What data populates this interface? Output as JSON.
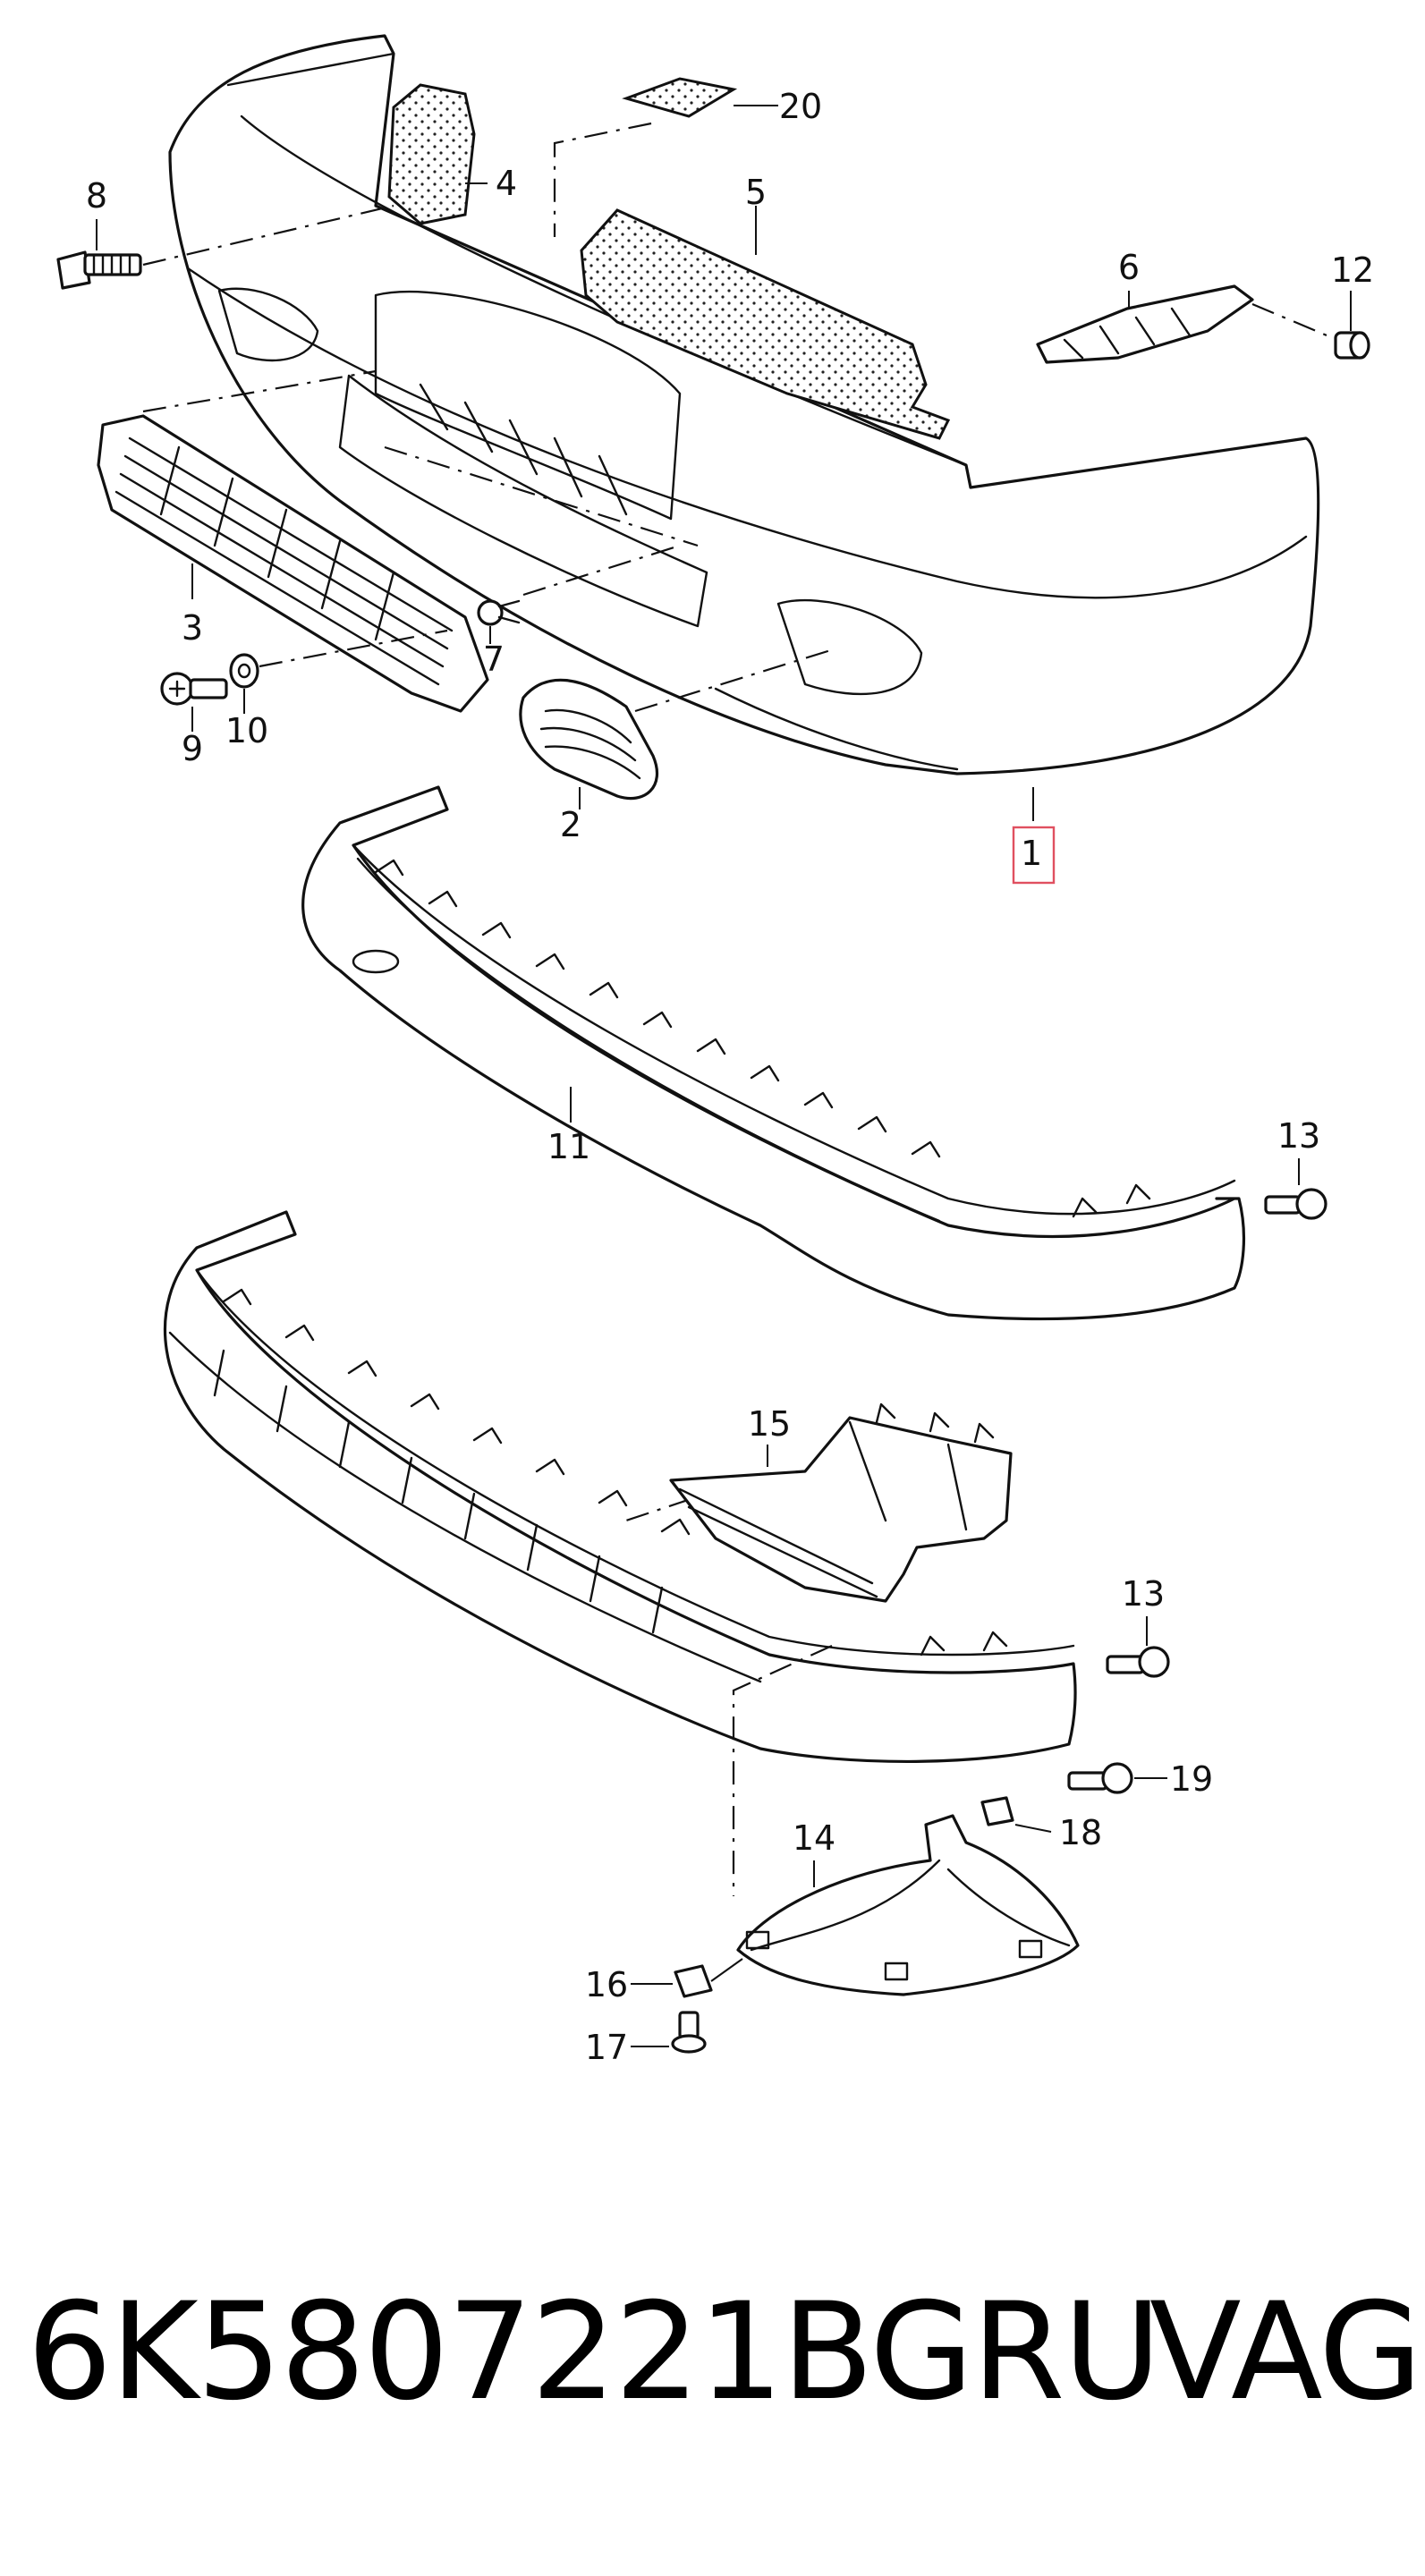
{
  "diagram": {
    "callouts": {
      "c1": "1",
      "c2": "2",
      "c3": "3",
      "c4": "4",
      "c5": "5",
      "c6": "6",
      "c7": "7",
      "c8": "8",
      "c9": "9",
      "c10": "10",
      "c11": "11",
      "c12": "12",
      "c13a": "13",
      "c13b": "13",
      "c14": "14",
      "c15": "15",
      "c16": "16",
      "c17": "17",
      "c18": "18",
      "c19": "19",
      "c20": "20"
    },
    "highlight_color": "#e05060"
  },
  "footer": {
    "part_number": "6K5807221BGRU",
    "brand": "VAG"
  }
}
